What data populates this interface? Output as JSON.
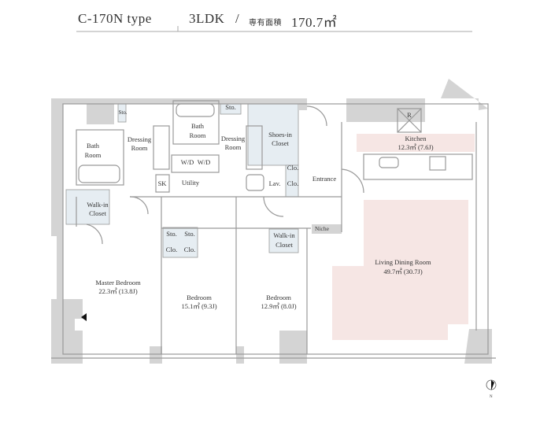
{
  "header": {
    "type_name": "C-170N type",
    "layout": "3LDK",
    "separator": "/",
    "area_label": "専有面積",
    "area_value": "170.7㎡"
  },
  "rooms": {
    "bath_left": [
      "Bath",
      "Room"
    ],
    "dressing_left": [
      "Dressing",
      "Room"
    ],
    "bath_mid": [
      "Bath",
      "Room"
    ],
    "dressing_mid": [
      "Dressing",
      "Room"
    ],
    "sto_topleft": "Sto.",
    "sto_mid": "Sto.",
    "shoes_closet": [
      "Shoes-in",
      "Closet"
    ],
    "wd1": "W/D",
    "wd2": "W/D",
    "sk": "SK",
    "utility": "Utility",
    "lav": "Lav.",
    "clo_entrance_1": "Clo.",
    "clo_entrance_2": "Clo.",
    "entrance": "Entrance",
    "walkin_left": [
      "Walk-in",
      "Closet"
    ],
    "sto_b1": "Sto.",
    "sto_b2": "Sto.",
    "clo_b1": "Clo.",
    "clo_b2": "Clo.",
    "walkin_mid": [
      "Walk-in",
      "Closet"
    ],
    "niche": "Niche",
    "refrigerator": "R",
    "kitchen": {
      "name": "Kitchen",
      "area": "12.3㎡ (7.6J)"
    },
    "ldk": {
      "name": "Living Dining Room",
      "area": "49.7㎡ (30.7J)"
    },
    "master": {
      "name": "Master Bedroom",
      "area": "22.3㎡ (13.8J)"
    },
    "bedroom1": {
      "name": "Bedroom",
      "area": "15.1㎡ (9.3J)"
    },
    "bedroom2": {
      "name": "Bedroom",
      "area": "12.9㎡ (8.0J)"
    }
  },
  "compass": {
    "label": "N"
  },
  "colors": {
    "wall": "#d4d4d4",
    "line": "#999999",
    "closet": "#e6edf2",
    "highlight": "#f6e6e4"
  }
}
